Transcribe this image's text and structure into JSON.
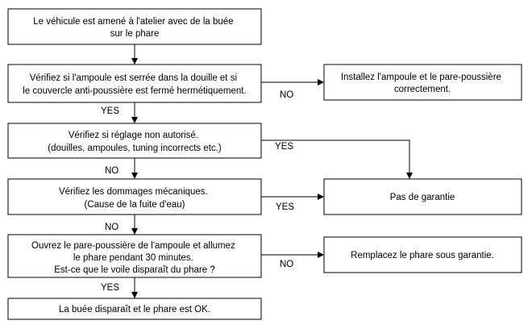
{
  "boxes": {
    "start": [
      "Le véhicule est amené à l'atelier avec de la buée",
      "sur le phare"
    ],
    "check_bulb": [
      "Vérifiez si l'ampoule est serrée dans la douille et si",
      "le couvercle anti-poussière est fermé hermétiquement."
    ],
    "install_bulb": [
      "Installez l'ampoule et le pare-poussière",
      "correctement."
    ],
    "check_adjust": [
      "Vérifiez si réglage non autorisé.",
      "(douilles, ampoules, tuning incorrects etc.)"
    ],
    "check_damage": [
      "Vérifiez les dommages mécaniques.",
      "(Cause de la fuite d'eau)"
    ],
    "no_warranty": [
      "Pas de garantie"
    ],
    "open_cover": [
      "Ouvrez le pare-poussière de l'ampoule et allumez",
      "le phare pendant 30 minutes.",
      "Est-ce que le voile disparaît du phare ?"
    ],
    "replace": [
      "Remplacez le phare sous garantie."
    ],
    "end": [
      "La buée disparaît et le phare est OK."
    ]
  },
  "labels": {
    "no_1": "NO",
    "yes_1": "YES",
    "yes_2": "YES",
    "no_2": "NO",
    "yes_3": "YES",
    "no_3": "NO",
    "no_4": "NO",
    "yes_4": "YES"
  }
}
